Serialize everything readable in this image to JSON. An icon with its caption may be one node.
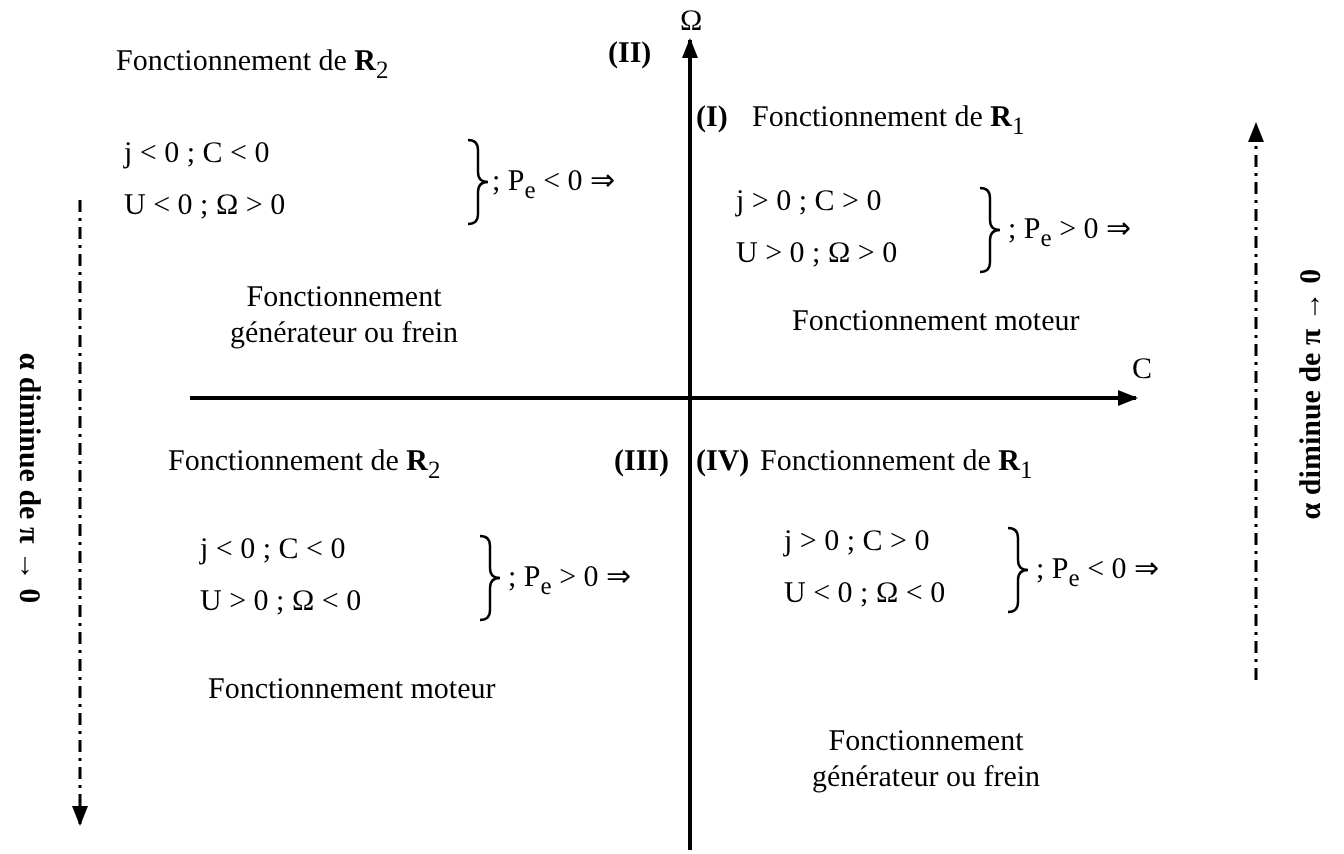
{
  "diagram": {
    "labels": [
      "Ω",
      "Fonctionnement de **R**$_{2}$",
      "(II)",
      "(I)",
      "Fonctionnement de **R**$_{1}$",
      "j < 0 ; C < 0",
      "U < 0 ; Ω > 0",
      "; P$_{e}$ < 0 ⇒",
      "j > 0 ; C > 0",
      "U > 0 ; Ω > 0",
      "; P$_{e}$ > 0 ⇒",
      "α diminue de π → 0",
      "Fonctionnement générateur ou frein",
      "Fonctionnement moteur",
      "C",
      "α diminue de π → 0",
      "Fonctionnement de **R**$_{2}$",
      "(III)",
      "(IV)",
      "Fonctionnement de **R**$_{1}$",
      "j < 0 ; C < 0",
      "U > 0 ; Ω < 0",
      "; P$_{e}$ > 0 ⇒",
      "j > 0 ; C > 0",
      "U < 0 ; Ω < 0",
      "; P$_{e}$ < 0 ⇒",
      "Fonctionnement moteur",
      "Fonctionnement générateur ou frein"
    ]
  }
}
